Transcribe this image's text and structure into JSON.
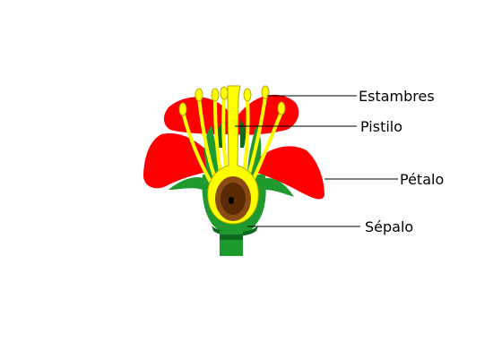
{
  "diagram": {
    "labels": {
      "stamens": "Estambres",
      "pistil": "Pistilo",
      "petal": "Pétalo",
      "sepal": "Sépalo"
    },
    "colors": {
      "petal": "#ff0000",
      "sepal": "#1f9a2e",
      "dark_green": "#0f6a1f",
      "stamen": "#ffff00",
      "stamen_outline": "#b8a400",
      "ovary_outer": "#8b4a12",
      "ovary_inner": "#5a2a05",
      "ovule": "#000000",
      "line": "#000000"
    }
  }
}
